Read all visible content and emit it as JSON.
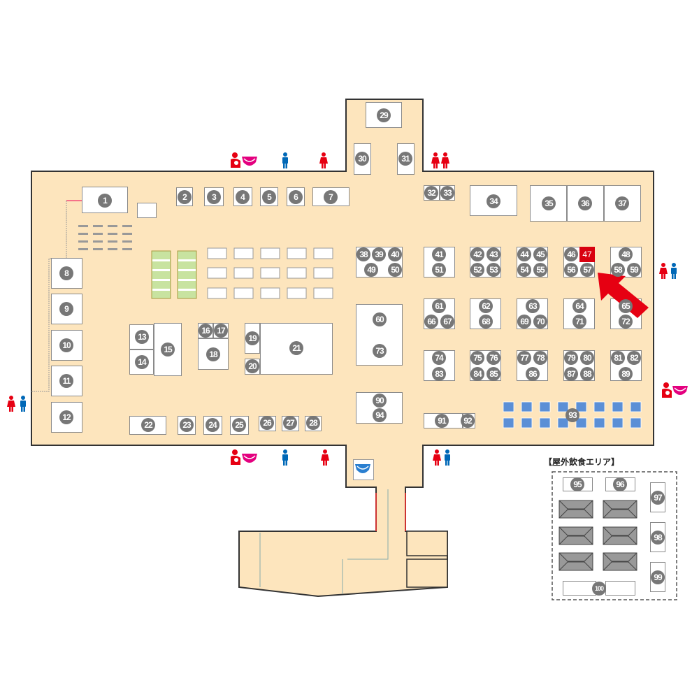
{
  "outdoor_area_title": "【屋外飲食エリア】",
  "highlighted_booth": "47",
  "booths": [
    "1",
    "2",
    "3",
    "4",
    "5",
    "6",
    "7",
    "8",
    "9",
    "10",
    "11",
    "12",
    "13",
    "14",
    "15",
    "16",
    "17",
    "18",
    "19",
    "20",
    "21",
    "22",
    "23",
    "24",
    "25",
    "26",
    "27",
    "28",
    "29",
    "30",
    "31",
    "32",
    "33",
    "34",
    "35",
    "36",
    "37",
    "38",
    "39",
    "40",
    "41",
    "42",
    "43",
    "44",
    "45",
    "46",
    "47",
    "48",
    "49",
    "50",
    "51",
    "52",
    "53",
    "54",
    "55",
    "56",
    "57",
    "58",
    "59",
    "60",
    "61",
    "62",
    "63",
    "64",
    "65",
    "66",
    "67",
    "68",
    "69",
    "70",
    "71",
    "72",
    "73",
    "74",
    "75",
    "76",
    "77",
    "78",
    "79",
    "80",
    "81",
    "82",
    "83",
    "84",
    "85",
    "86",
    "87",
    "88",
    "89",
    "90",
    "91",
    "92",
    "93",
    "94",
    "95",
    "96",
    "97",
    "98",
    "99",
    "100"
  ],
  "colors": {
    "floor": "#fde5bd",
    "booth_circle": "#777777",
    "highlight": "#d8000f",
    "women": "#e60012",
    "men": "#0068b7",
    "baby": "#e4007f"
  },
  "icons": [
    "nursing-room-icon",
    "diaper-changing-icon",
    "men-restroom-icon",
    "women-restroom-icon",
    "restroom-icon",
    "highlight-arrow-icon"
  ]
}
